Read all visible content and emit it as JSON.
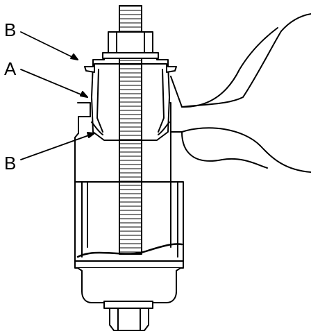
{
  "callouts": {
    "b_top": "B",
    "a": "A",
    "b_bottom": "B"
  },
  "colors": {
    "line": "#000000",
    "fill": "#ffffff",
    "shade": "#dddddd"
  }
}
